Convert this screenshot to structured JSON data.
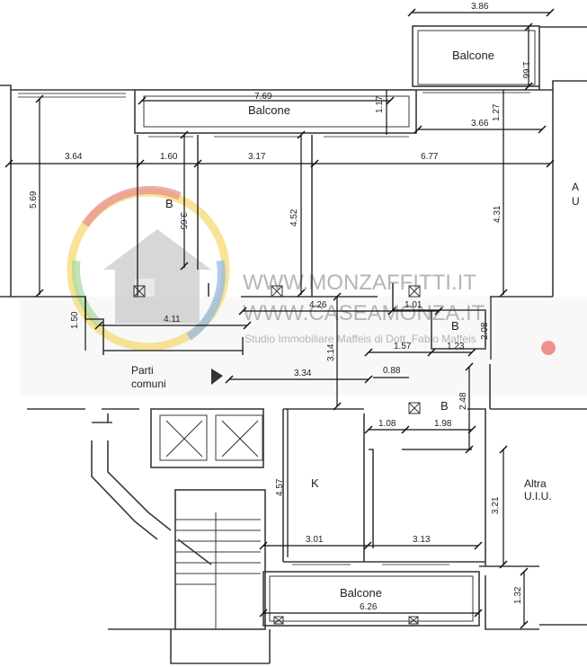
{
  "labels": {
    "balcone_top_right": "Balcone",
    "balcone_top": "Balcone",
    "balcone_bottom": "Balcone",
    "room_b_left": "B",
    "room_b_right_upper": "B",
    "room_b_right_lower": "B",
    "room_k": "K",
    "parti_comuni_1": "Parti",
    "parti_comuni_2": "comuni",
    "altra_uiu_1": "Altra",
    "altra_uiu_2": "U.I.U.",
    "edge_a": "A",
    "edge_u": "U"
  },
  "dimensions": {
    "d386": "3.86",
    "d166": "1.66",
    "d769": "7.69",
    "d117": "1.17",
    "d127": "1.27",
    "d366": "3.66",
    "d364": "3.64",
    "d160": "1.60",
    "d317": "3.17",
    "d677": "6.77",
    "d569": "5.69",
    "d365": "3.65",
    "d452": "4.52",
    "d431": "4.31",
    "d426": "4.26",
    "d101": "1.01",
    "d150": "1.50",
    "d411": "4.11",
    "d208": "2.08",
    "d314": "3.14",
    "d157": "1.57",
    "d123": "1.23",
    "d088": "0.88",
    "d334": "3.34",
    "d248": "2.48",
    "d108": "1.08",
    "d198": "1.98",
    "d457": "4.57",
    "d321": "3.21",
    "d301": "3.01",
    "d313": "3.13",
    "d626": "6.26",
    "d132": "1.32"
  },
  "watermark": {
    "line1": "WWW.MONZAFFITTI.IT",
    "line2": "WWW.CASEAMONZA.IT",
    "line3": "Studio Immobiliare Maffeis di Dott. Fabio Maffeis"
  }
}
